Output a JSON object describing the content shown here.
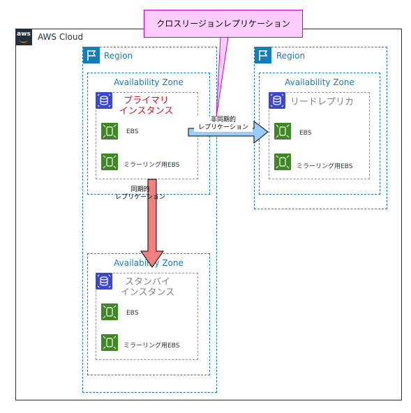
{
  "cloud": {
    "label": "AWS Cloud",
    "logo": "aws"
  },
  "note": {
    "text": "クロスリージョンレプリケーション"
  },
  "region_left": {
    "label": "Region"
  },
  "region_right": {
    "label": "Region"
  },
  "az_primary": {
    "label": "Availability Zone"
  },
  "az_standby": {
    "label": "Availability Zone"
  },
  "az_replica": {
    "label": "Availability Zone"
  },
  "primary": {
    "line1": "プライマリ",
    "line2": "インスタンス",
    "ebs": "EBS",
    "mirror": "ミラーリング用EBS"
  },
  "standby": {
    "line1": "スタンバイ",
    "line2": "インスタンス",
    "ebs": "EBS",
    "mirror": "ミラーリング用EBS"
  },
  "replica": {
    "title": "リードレプリカ",
    "ebs": "EBS",
    "mirror": "ミラーリング用EBS"
  },
  "sync_arrow": {
    "line1": "同期的",
    "line2": "レプリケーション"
  },
  "async_arrow": {
    "line1": "非同期的",
    "line2": "レプリケーション"
  },
  "colors": {
    "region": "#147eba",
    "rds": "#3b48cc",
    "ebs": "#3f8624",
    "sync_arrow": "#f08080",
    "async_arrow": "#99ccff",
    "note": "#ffccff",
    "primary_text": "#e01020"
  }
}
